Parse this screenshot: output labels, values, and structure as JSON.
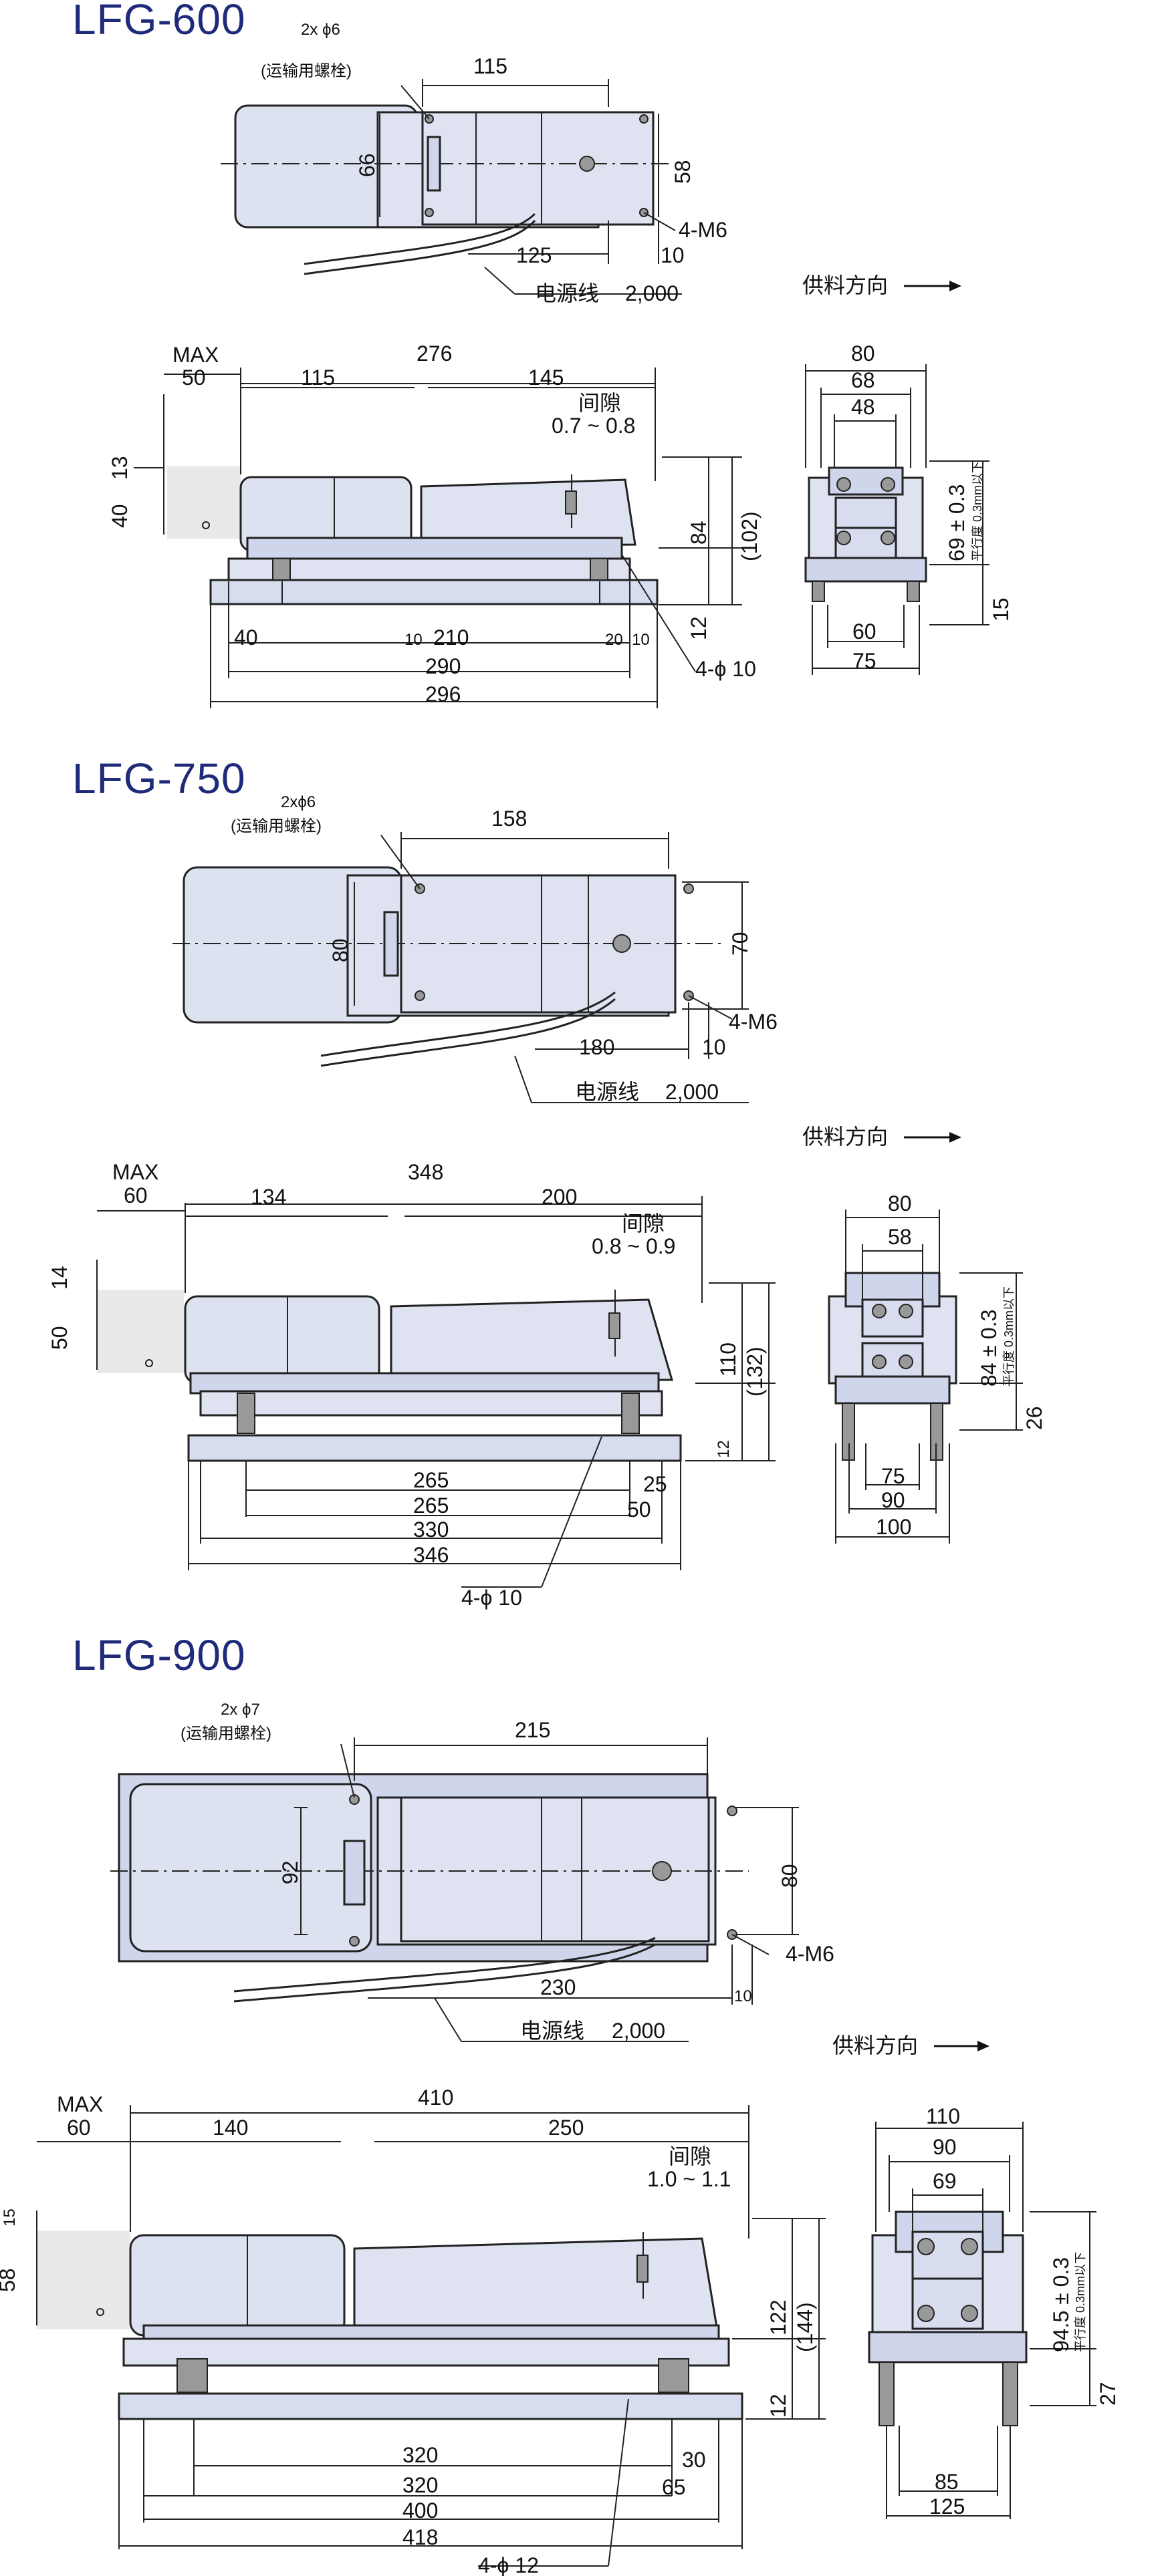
{
  "common": {
    "power_cord": "电源线",
    "cord_length": "2,000",
    "feed_direction": "供料方向",
    "max_label": "MAX",
    "gap_label": "间隙",
    "transport_bolt": "(运输用螺栓)",
    "flatness_note": "平行度 0.3mm以下",
    "m6_label": "4-M6"
  },
  "lfg600": {
    "title": "LFG-600",
    "hole_label": "2x ϕ6",
    "top": {
      "d115": "115",
      "d66": "66",
      "d58": "58",
      "d125": "125",
      "d10": "10"
    },
    "side": {
      "max": "50",
      "d276": "276",
      "d115": "115",
      "d145": "145",
      "gap": "0.7 ~ 0.8",
      "d13": "13",
      "d40": "40",
      "d84": "84",
      "d102": "(102)",
      "d12": "12",
      "d40b": "40",
      "d10a": "10",
      "d210": "210",
      "d20": "20",
      "d10b": "10",
      "d290": "290",
      "d296": "296",
      "holes": "4-ϕ 10"
    },
    "end": {
      "d80": "80",
      "d68": "68",
      "d48": "48",
      "h": "69 ± 0.3",
      "d15": "15",
      "d60": "60",
      "d75": "75"
    }
  },
  "lfg750": {
    "title": "LFG-750",
    "hole_label": "2xϕ6",
    "top": {
      "d158": "158",
      "d80": "80",
      "d70": "70",
      "d180": "180",
      "d10": "10"
    },
    "side": {
      "max": "60",
      "d348": "348",
      "d134": "134",
      "d200": "200",
      "gap": "0.8 ~ 0.9",
      "d14": "14",
      "d50": "50",
      "d110": "110",
      "d132": "(132)",
      "d12": "12",
      "d265a": "265",
      "d25": "25",
      "d265b": "265",
      "d50b": "50",
      "d330": "330",
      "d346": "346",
      "holes": "4-ϕ 10"
    },
    "end": {
      "d80": "80",
      "d58": "58",
      "h": "84 ± 0.3",
      "d26": "26",
      "d75": "75",
      "d90": "90",
      "d100": "100"
    }
  },
  "lfg900": {
    "title": "LFG-900",
    "hole_label": "2x ϕ7",
    "top": {
      "d215": "215",
      "d92": "92",
      "d80": "80",
      "d230": "230",
      "d10": "10"
    },
    "side": {
      "max": "60",
      "d410": "410",
      "d140": "140",
      "d250": "250",
      "gap": "1.0 ~ 1.1",
      "d15": "15",
      "d58": "58",
      "d122": "122",
      "d144": "(144)",
      "d12": "12",
      "d320a": "320",
      "d30": "30",
      "d320b": "320",
      "d65": "65",
      "d400": "400",
      "d418": "418",
      "holes": "4-ϕ 12"
    },
    "end": {
      "d110": "110",
      "d90": "90",
      "d69": "69",
      "h": "94.5 ± 0.3",
      "d27": "27",
      "d85": "85",
      "d125": "125"
    }
  }
}
